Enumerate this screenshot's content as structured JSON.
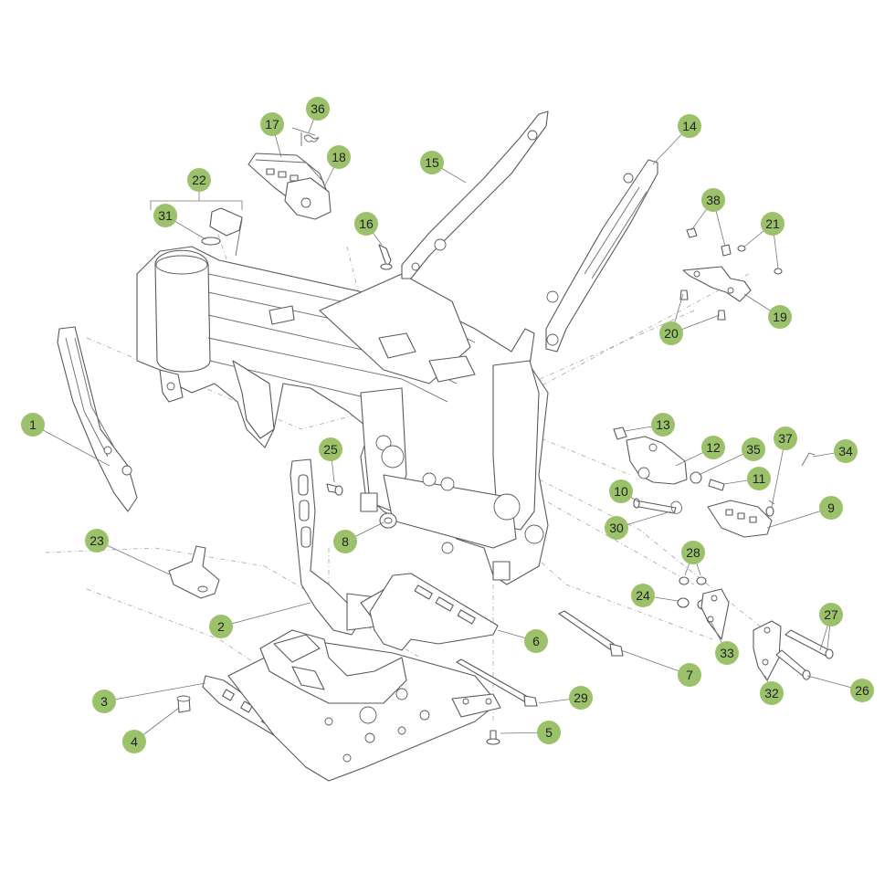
{
  "diagram": {
    "callout_color": "#9bc26a",
    "callouts": [
      {
        "id": "1"
      },
      {
        "id": "2"
      },
      {
        "id": "3"
      },
      {
        "id": "4"
      },
      {
        "id": "5"
      },
      {
        "id": "6"
      },
      {
        "id": "7"
      },
      {
        "id": "8"
      },
      {
        "id": "9"
      },
      {
        "id": "10"
      },
      {
        "id": "11"
      },
      {
        "id": "12"
      },
      {
        "id": "13"
      },
      {
        "id": "14"
      },
      {
        "id": "15"
      },
      {
        "id": "16"
      },
      {
        "id": "17"
      },
      {
        "id": "18"
      },
      {
        "id": "19"
      },
      {
        "id": "20"
      },
      {
        "id": "21"
      },
      {
        "id": "22"
      },
      {
        "id": "23"
      },
      {
        "id": "24"
      },
      {
        "id": "25"
      },
      {
        "id": "26"
      },
      {
        "id": "27"
      },
      {
        "id": "28"
      },
      {
        "id": "29"
      },
      {
        "id": "30"
      },
      {
        "id": "31"
      },
      {
        "id": "32"
      },
      {
        "id": "33"
      },
      {
        "id": "34"
      },
      {
        "id": "35"
      },
      {
        "id": "36"
      },
      {
        "id": "37"
      },
      {
        "id": "38"
      }
    ]
  }
}
